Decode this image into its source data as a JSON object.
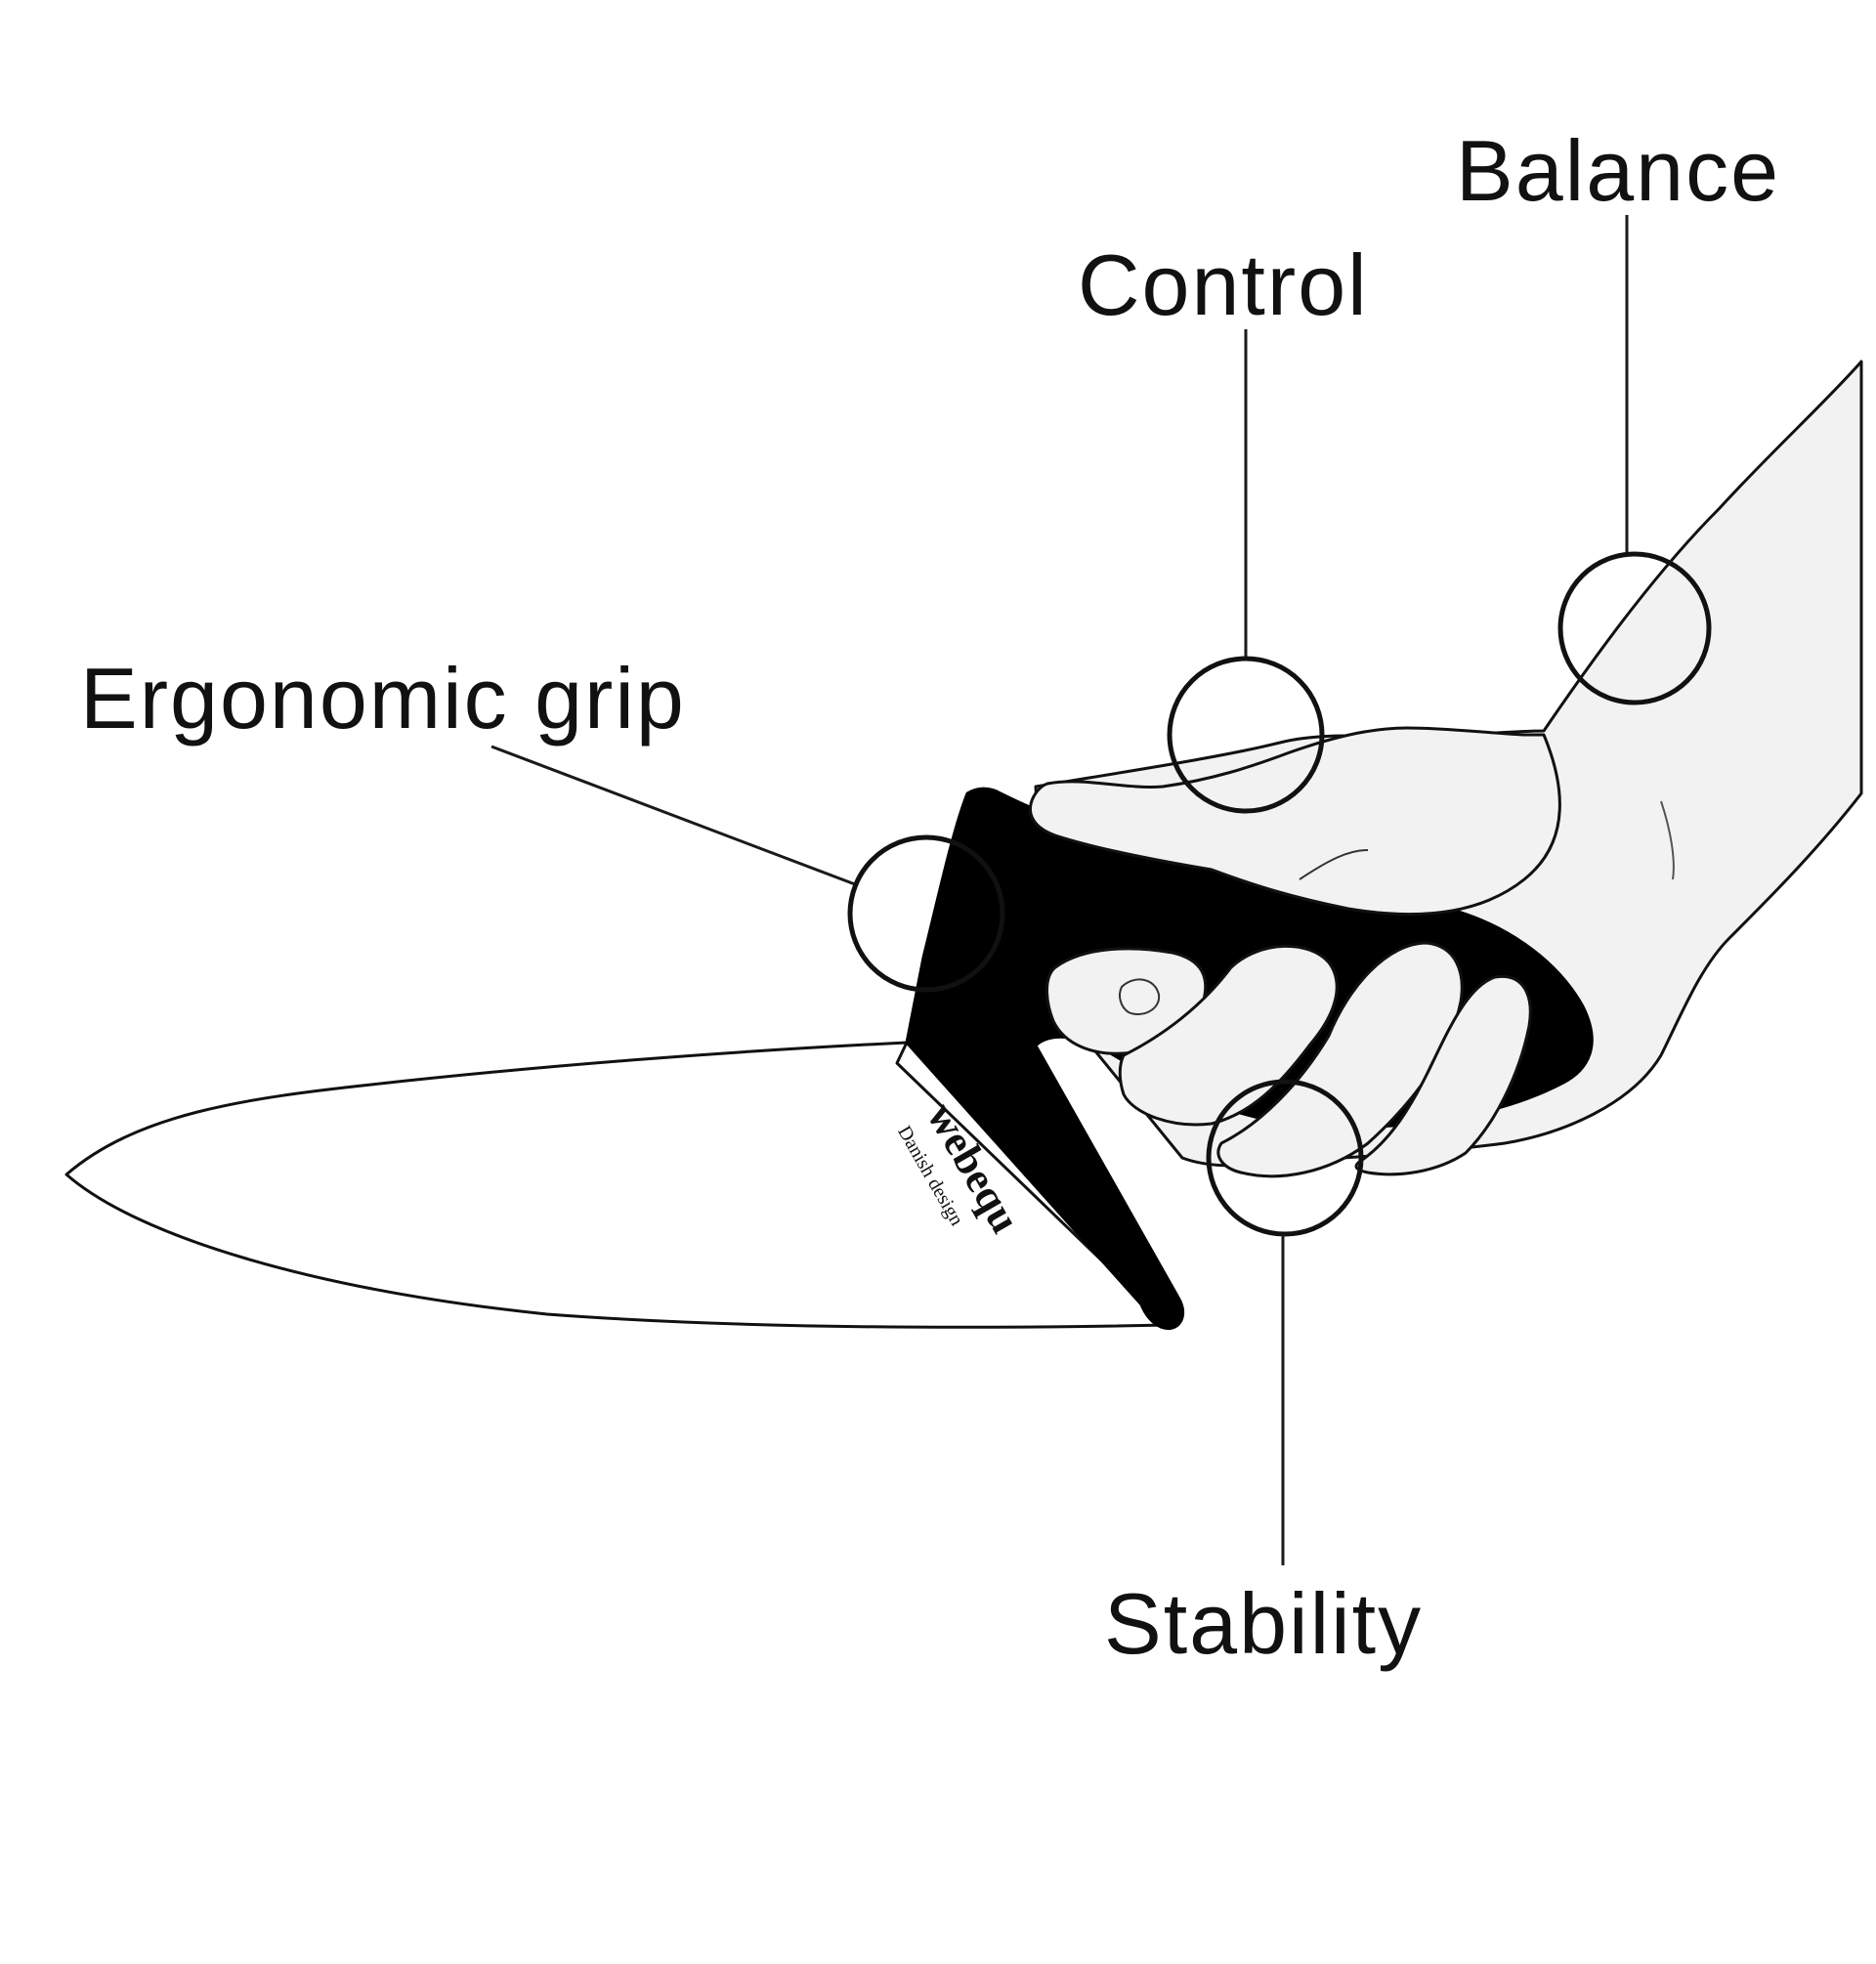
{
  "callouts": {
    "balance": "Balance",
    "control": "Control",
    "ergonomic_grip": "Ergonomic grip",
    "stability": "Stability"
  },
  "knife": {
    "brand": "webequ",
    "tagline": "Danish design"
  },
  "colors": {
    "background": "#ffffff",
    "ink": "#111111",
    "handle": "#000000",
    "skin": "#f2f2f2",
    "blade": "#ffffff"
  }
}
